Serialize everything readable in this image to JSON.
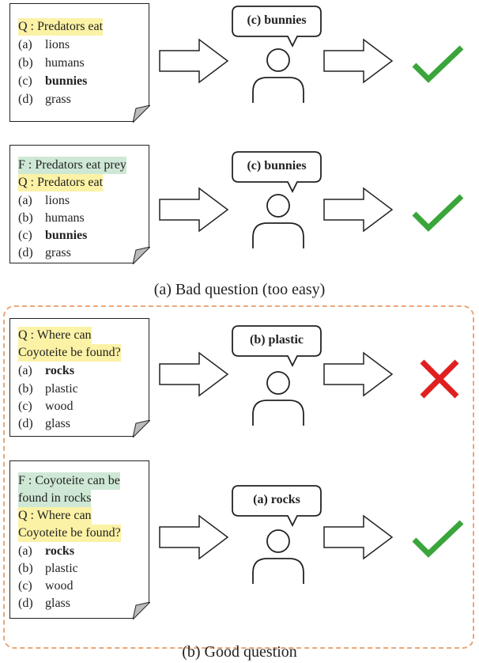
{
  "colors": {
    "question_highlight": "#fbf2a6",
    "fact_highlight": "#cfe8d5",
    "check": "#3aa53a",
    "cross": "#e02020",
    "dash_border": "#e8a77a"
  },
  "panels": [
    {
      "fact": "",
      "question": "Q : Predators eat",
      "question2": "",
      "options": [
        {
          "key": "(a)",
          "text": "lions",
          "bold": false
        },
        {
          "key": "(b)",
          "text": "humans",
          "bold": false
        },
        {
          "key": "(c)",
          "text": "bunnies",
          "bold": true
        },
        {
          "key": "(d)",
          "text": "grass",
          "bold": false
        }
      ],
      "answer": "(c) bunnies",
      "result": "check-icon"
    },
    {
      "fact": "F : Predators eat prey",
      "question": "Q : Predators eat",
      "question2": "",
      "options": [
        {
          "key": "(a)",
          "text": "lions",
          "bold": false
        },
        {
          "key": "(b)",
          "text": "humans",
          "bold": false
        },
        {
          "key": "(c)",
          "text": "bunnies",
          "bold": true
        },
        {
          "key": "(d)",
          "text": "grass",
          "bold": false
        }
      ],
      "answer": "(c) bunnies",
      "result": "check-icon"
    },
    {
      "fact": "",
      "question": "Q : Where can",
      "question2": "Coyoteite be found?",
      "options": [
        {
          "key": "(a)",
          "text": "rocks",
          "bold": true
        },
        {
          "key": "(b)",
          "text": "plastic",
          "bold": false
        },
        {
          "key": "(c)",
          "text": "wood",
          "bold": false
        },
        {
          "key": "(d)",
          "text": "glass",
          "bold": false
        }
      ],
      "answer": "(b) plastic",
      "result": "cross-icon"
    },
    {
      "fact": "F : Coyoteite can be",
      "fact2": "found in rocks",
      "question": "Q : Where can",
      "question2": "Coyoteite be found?",
      "options": [
        {
          "key": "(a)",
          "text": "rocks",
          "bold": true
        },
        {
          "key": "(b)",
          "text": "plastic",
          "bold": false
        },
        {
          "key": "(c)",
          "text": "wood",
          "bold": false
        },
        {
          "key": "(d)",
          "text": "glass",
          "bold": false
        }
      ],
      "answer": "(a) rocks",
      "result": "check-icon"
    }
  ],
  "captions": {
    "a": "(a) Bad question (too easy)",
    "b": "(b) Good question"
  }
}
